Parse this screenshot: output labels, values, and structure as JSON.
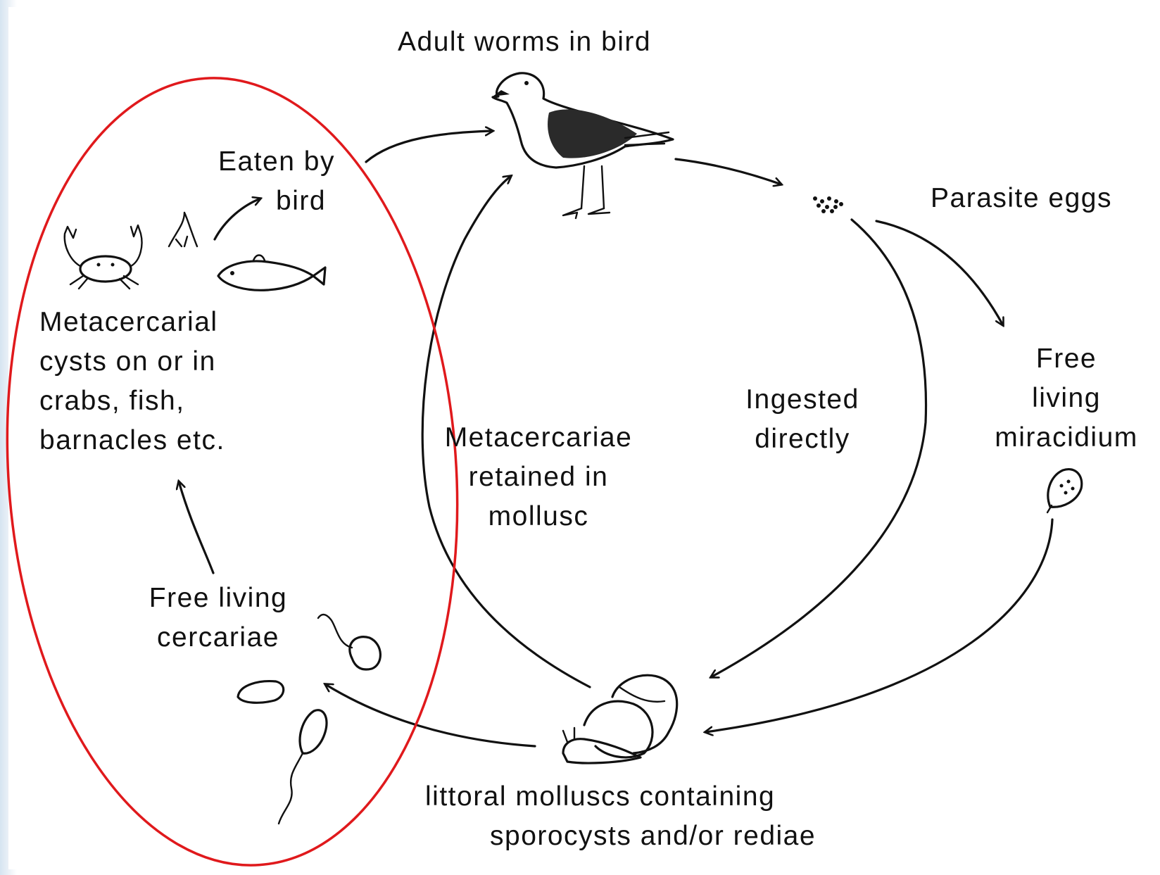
{
  "labels": {
    "adult_worms": "Adult worms in bird",
    "eaten_line1": "Eaten by",
    "eaten_line2": "bird",
    "parasite_eggs": "Parasite eggs",
    "meta_cysts": [
      "Metacercarial",
      "cysts on or in",
      "crabs, fish,",
      "barnacles etc."
    ],
    "free_miracidium": [
      "Free",
      "living",
      "miracidium"
    ],
    "ingested": [
      "Ingested",
      "directly"
    ],
    "retained": [
      "Metacercariae",
      "retained in",
      "mollusc"
    ],
    "free_cercariae": [
      "Free living",
      "cercariae"
    ],
    "molluscs": [
      "littoral molluscs containing",
      "sporocysts and/or rediae"
    ]
  },
  "colors": {
    "ink": "#111111",
    "highlight_ellipse": "#e0191c",
    "frame": "#dfe9f3"
  },
  "icons": [
    "gull-icon",
    "crab-icon",
    "barnacle-icon",
    "fish-icon",
    "eggs-icon",
    "miracidium-icon",
    "snail-icon",
    "cercaria-icon"
  ]
}
